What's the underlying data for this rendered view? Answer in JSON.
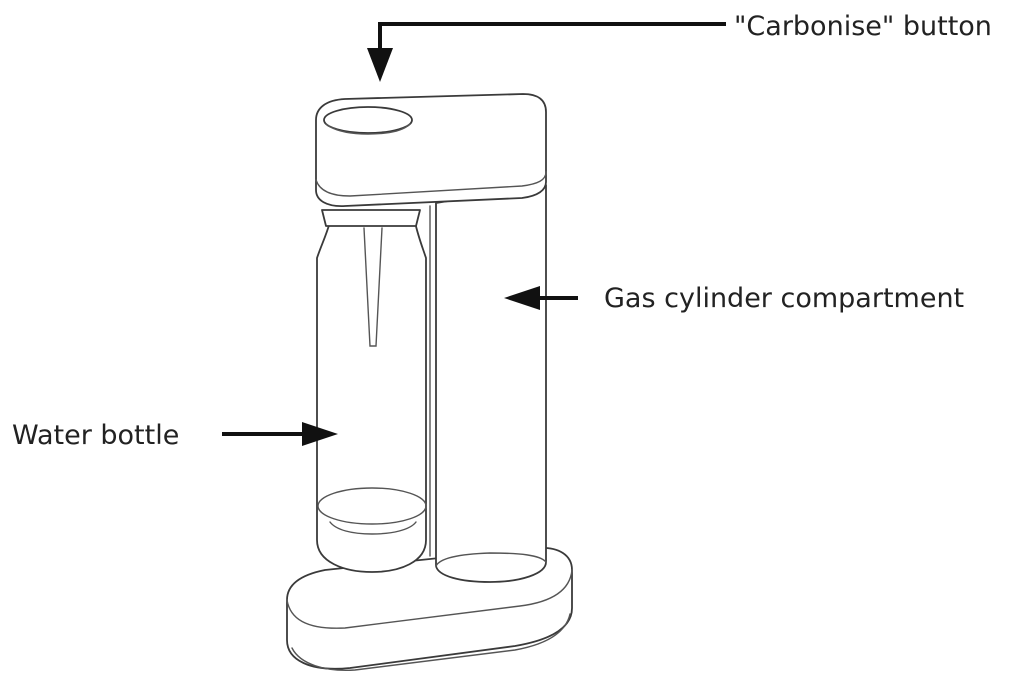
{
  "labels": {
    "carbonise_button": "\"Carbonise\" button",
    "gas_cylinder": "Gas cylinder compartment",
    "water_bottle": "Water bottle"
  },
  "colors": {
    "line": "#3a3a3a",
    "arrow": "#111111",
    "text": "#222222",
    "background": "#ffffff"
  }
}
